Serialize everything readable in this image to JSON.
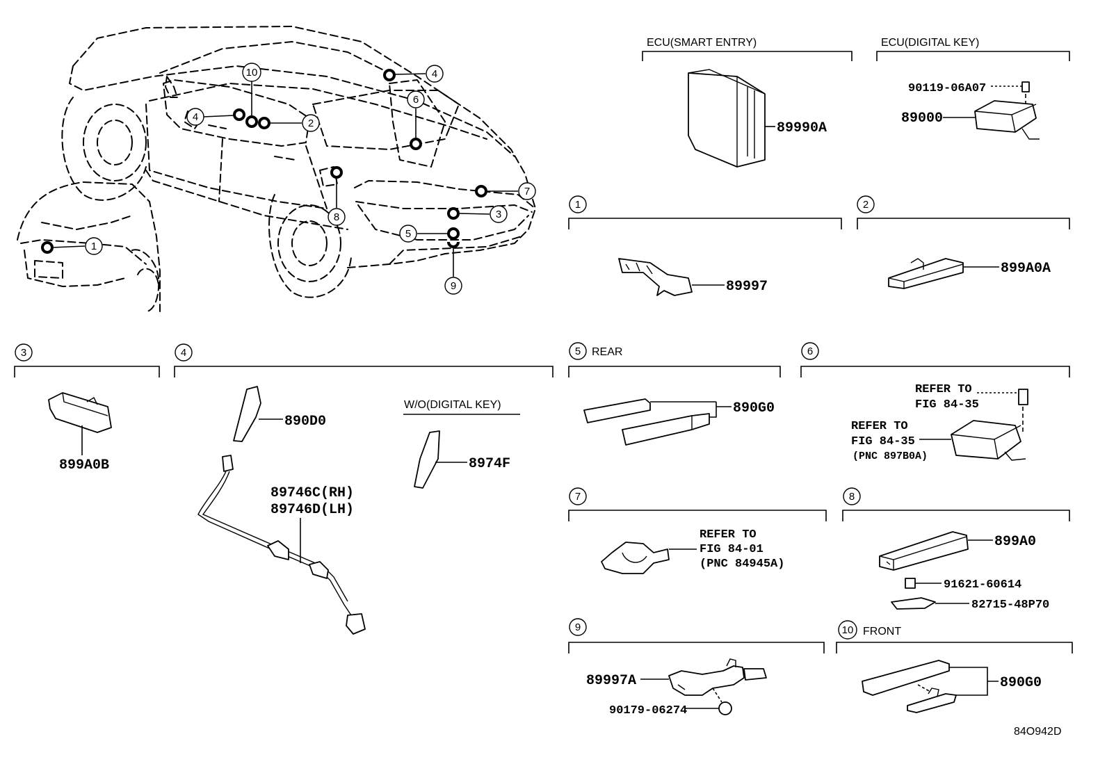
{
  "sections": {
    "ecu_smart": {
      "title": "ECU(SMART ENTRY)",
      "part": "89990A"
    },
    "ecu_digital": {
      "title": "ECU(DIGITAL KEY)",
      "bolt": "90119-06A07",
      "part": "89000"
    },
    "s1": {
      "num": "1",
      "part": "89997"
    },
    "s2": {
      "num": "2",
      "part": "899A0A"
    },
    "s3": {
      "num": "3",
      "part": "899A0B"
    },
    "s4": {
      "num": "4",
      "part_a": "890D0",
      "part_b1": "89746C(RH)",
      "part_b2": "89746D(LH)",
      "sub_title": "W/O(DIGITAL KEY)",
      "part_c": "8974F"
    },
    "s5": {
      "num": "5",
      "title": "REAR",
      "part": "890G0"
    },
    "s6": {
      "num": "6",
      "ref1_a": "REFER TO",
      "ref1_b": "FIG 84-35",
      "ref2_a": "REFER TO",
      "ref2_b": "FIG 84-35",
      "ref2_c": "(PNC 897B0A)"
    },
    "s7": {
      "num": "7",
      "ref_a": "REFER TO",
      "ref_b": "FIG 84-01",
      "ref_c": "(PNC 84945A)"
    },
    "s8": {
      "num": "8",
      "part": "899A0",
      "bolt": "91621-60614",
      "bracket": "82715-48P70"
    },
    "s9": {
      "num": "9",
      "part": "89997A",
      "nut": "90179-06274"
    },
    "s10": {
      "num": "10",
      "title": "FRONT",
      "part": "890G0"
    }
  },
  "car_callouts": [
    "1",
    "2",
    "3",
    "4",
    "4",
    "5",
    "6",
    "7",
    "8",
    "9",
    "10"
  ],
  "diagram_id": "84O942D"
}
